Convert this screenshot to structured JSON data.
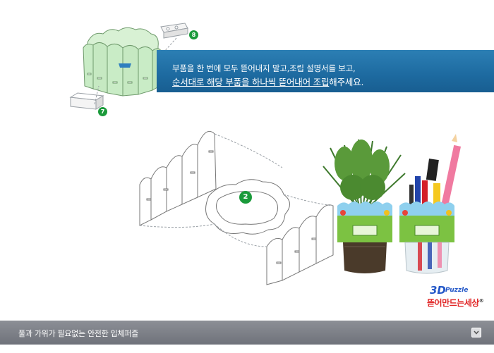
{
  "banner": {
    "line1": "부품을 한 번에 모두 뜯어내지 말고,조립 설명서를 보고,",
    "line2_underlined": "순서대로 해당 부품을 하나씩 뜯어내어 조립",
    "line2_rest": "해주세요."
  },
  "steps": {
    "step_8": "8",
    "step_7": "7",
    "step_2": "2"
  },
  "logo": {
    "text_3d": "3D",
    "text_puzzle": "Puzzle",
    "text_korean": "뜯어만드는세상",
    "registered": "®"
  },
  "footer": {
    "caption": "풀과 가위가 필요없는 안전한 입체퍼즐"
  },
  "colors": {
    "banner_blue": "#1d6aa0",
    "badge_green": "#1a9a3a",
    "footer_gray": "#7a7d84",
    "part_mint": "#c9ecc6"
  }
}
